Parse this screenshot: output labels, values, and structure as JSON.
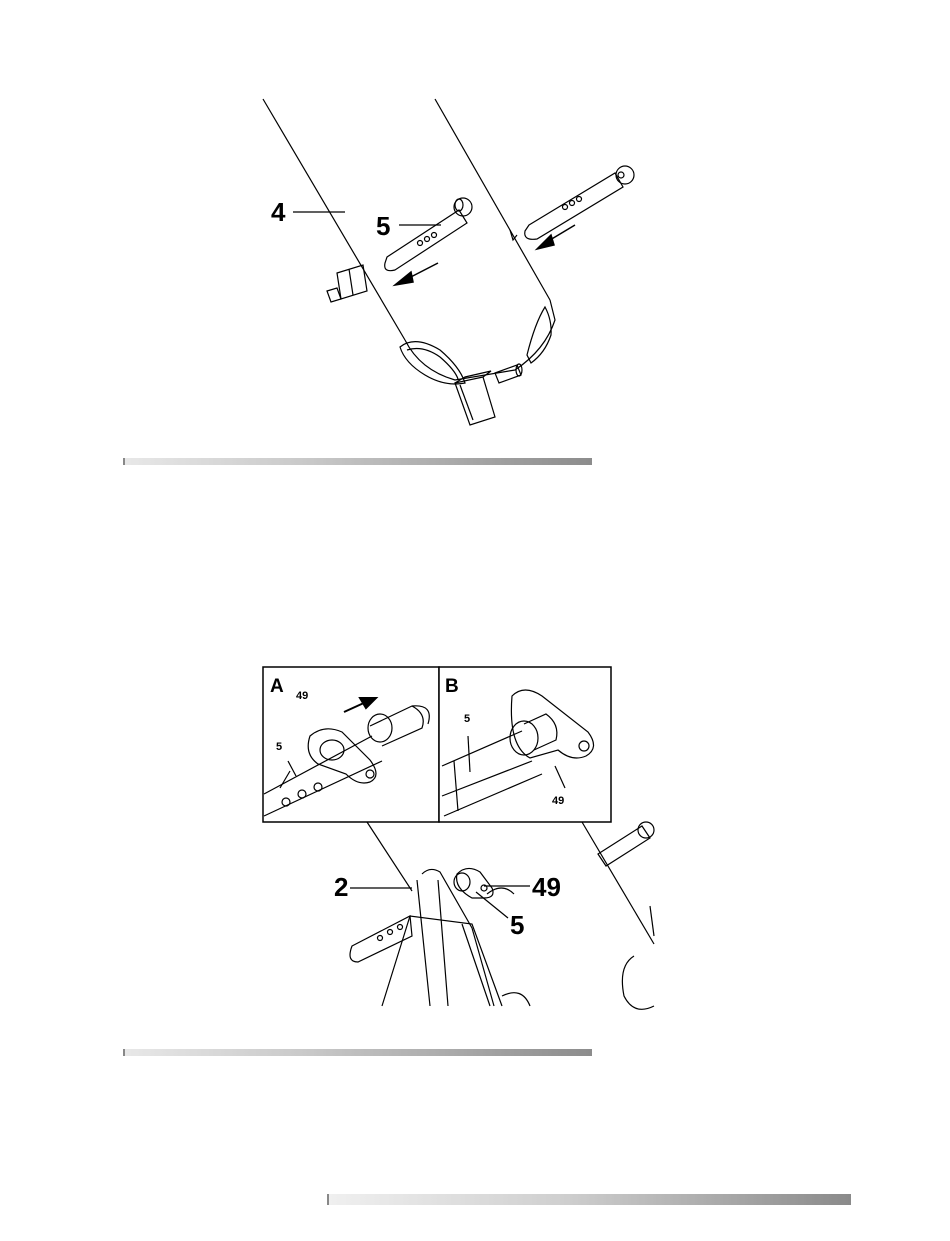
{
  "figure_top": {
    "callouts": {
      "frame": "4",
      "arm": "5"
    }
  },
  "figure_bottom": {
    "inset_a": {
      "label": "A",
      "washer": "49",
      "arm": "5"
    },
    "inset_b": {
      "label": "B",
      "arm": "5",
      "washer": "49"
    },
    "callouts": {
      "frame": "2",
      "washer": "49",
      "arm": "5"
    }
  }
}
